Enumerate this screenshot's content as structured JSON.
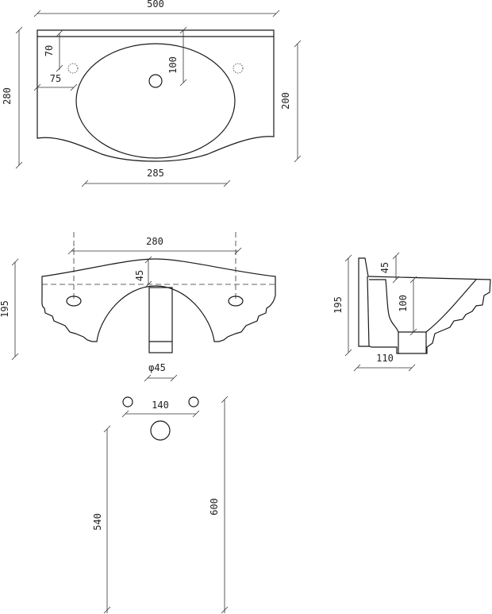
{
  "top_view": {
    "width": "500",
    "height": "280",
    "depth": "200",
    "bowl_width": "285",
    "tap_offset_v": "70",
    "tap_offset_h": "75",
    "drain_offset": "100"
  },
  "front_view": {
    "hole_spacing": "280",
    "rim_height": "45",
    "height": "195",
    "drain_diameter": "φ45"
  },
  "side_view": {
    "height": "195",
    "rim_height": "45",
    "bowl_depth": "100",
    "base_depth": "110"
  },
  "wall_view": {
    "hole_spacing": "140",
    "drain_height": "540",
    "rim_height": "600"
  }
}
